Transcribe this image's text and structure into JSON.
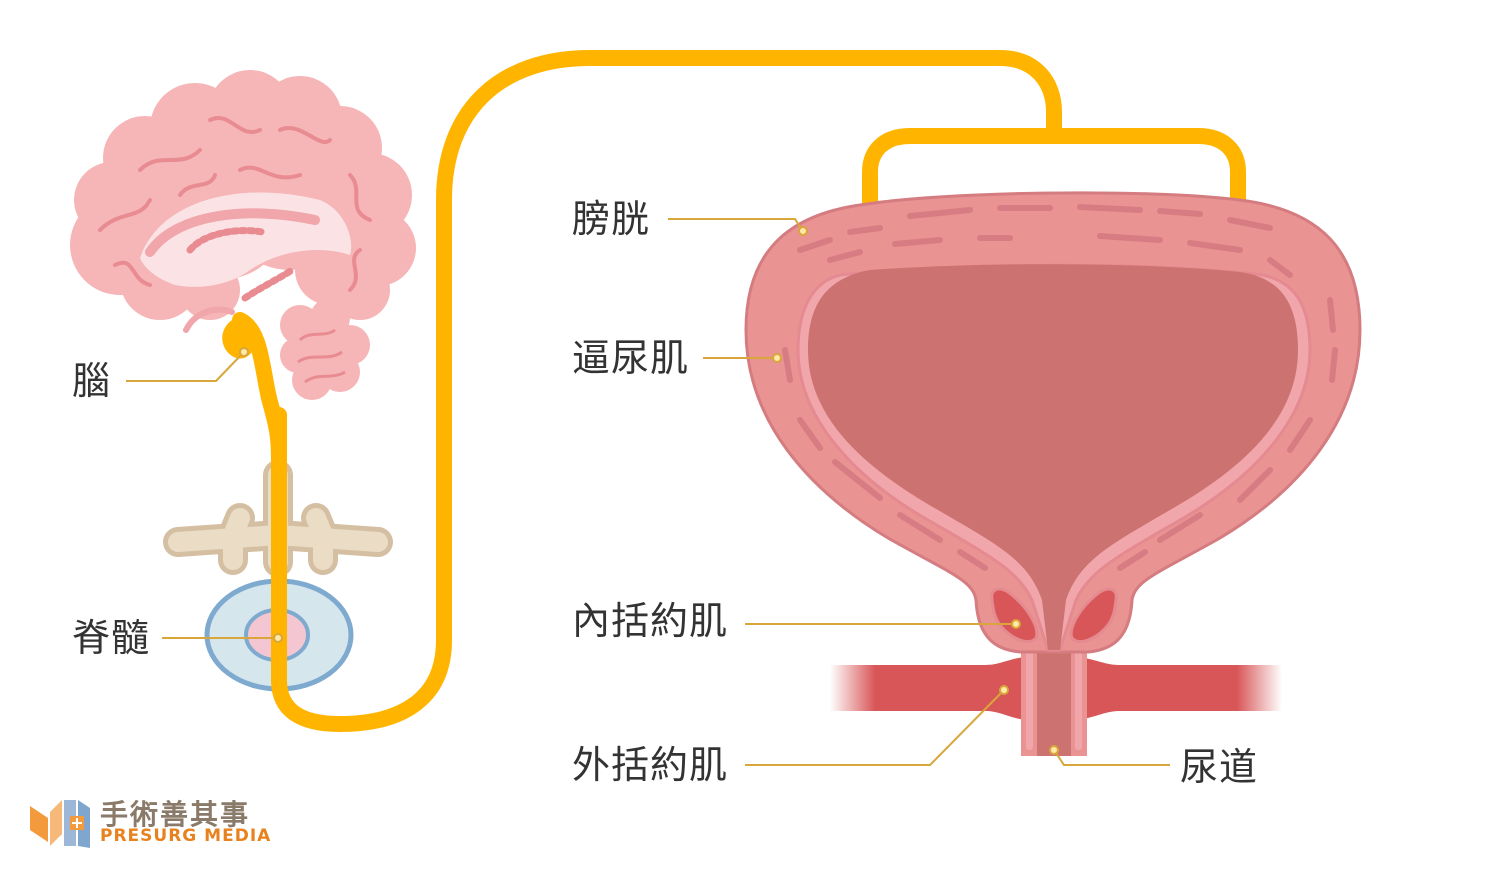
{
  "labels": {
    "brain": "腦",
    "spinal_cord": "脊髓",
    "bladder": "膀胱",
    "detrusor": "逼尿肌",
    "internal_sphincter": "內括約肌",
    "external_sphincter": "外括約肌",
    "urethra": "尿道"
  },
  "logo": {
    "name_cn": "手術善其事",
    "name_en": "PRESURG MEDIA"
  },
  "colors": {
    "nerve": "#FFB500",
    "bladder_wall": "#E99393",
    "bladder_lumen": "#CC7270",
    "sphincter_muscle": "#D85658",
    "brain": "#F6B5B7",
    "vertebra": "#E9D5BC",
    "cord_outline": "#7FAACF",
    "leader_line": "#D8A63A"
  }
}
